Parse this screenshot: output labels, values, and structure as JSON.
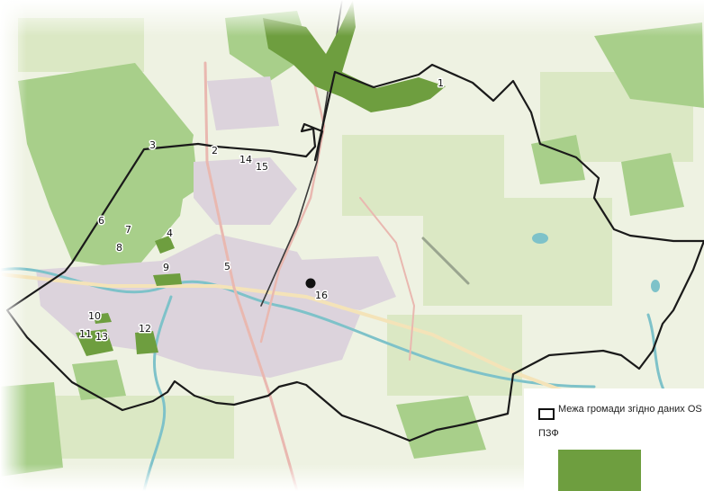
{
  "legend": {
    "boundary_label": "Межа громади згідно даних OS",
    "pzf_label": "ПЗФ"
  },
  "colors": {
    "basemap": "#eef2e2",
    "field_green": "#dbe8c4",
    "forest": "#a8cf8a",
    "urban": "#dcd3dc",
    "pzf": "#6e9e3f",
    "boundary": "#1a1a1a",
    "water": "#7ec2c9"
  },
  "map": {
    "markers": [
      {
        "label": "1"
      },
      {
        "label": "2"
      },
      {
        "label": "3"
      },
      {
        "label": "4"
      },
      {
        "label": "5"
      },
      {
        "label": "6"
      },
      {
        "label": "7"
      },
      {
        "label": "8"
      },
      {
        "label": "9"
      },
      {
        "label": "10"
      },
      {
        "label": "11"
      },
      {
        "label": "12"
      },
      {
        "label": "13"
      },
      {
        "label": "14"
      },
      {
        "label": "15"
      },
      {
        "label": "16"
      }
    ]
  }
}
